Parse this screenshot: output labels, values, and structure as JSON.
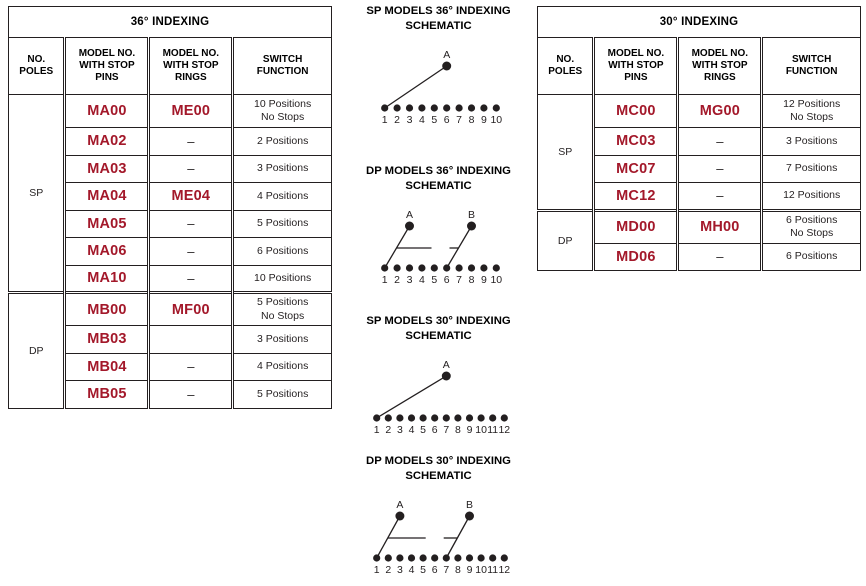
{
  "tables": [
    {
      "id": "indexing-36",
      "title": "36° INDEXING",
      "headers": {
        "poles": "NO.\nPOLES",
        "poles_l1": "NO.",
        "poles_l2": "POLES",
        "pins_l1": "MODEL NO.",
        "pins_l2": "WITH STOP",
        "pins_l3": "PINS",
        "rings_l1": "MODEL NO.",
        "rings_l2": "WITH STOP",
        "rings_l3": "RINGS",
        "func_l1": "SWITCH",
        "func_l2": "FUNCTION"
      },
      "groups": [
        {
          "poles": "SP",
          "rows": [
            {
              "pins": "MA00",
              "rings": "ME00",
              "function": "10 Positions\nNo Stops"
            },
            {
              "pins": "MA02",
              "rings": "–",
              "function": "2 Positions"
            },
            {
              "pins": "MA03",
              "rings": "–",
              "function": "3 Positions"
            },
            {
              "pins": "MA04",
              "rings": "ME04",
              "function": "4 Positions"
            },
            {
              "pins": "MA05",
              "rings": "–",
              "function": "5 Positions"
            },
            {
              "pins": "MA06",
              "rings": "–",
              "function": "6 Positions"
            },
            {
              "pins": "MA10",
              "rings": "–",
              "function": "10 Positions"
            }
          ]
        },
        {
          "poles": "DP",
          "rows": [
            {
              "pins": "MB00",
              "rings": "MF00",
              "function": "5 Positions\nNo Stops"
            },
            {
              "pins": "MB03",
              "rings": "",
              "function": "3 Positions"
            },
            {
              "pins": "MB04",
              "rings": "–",
              "function": "4 Positions"
            },
            {
              "pins": "MB05",
              "rings": "–",
              "function": "5 Positions"
            }
          ]
        }
      ]
    },
    {
      "id": "indexing-30",
      "title": "30° INDEXING",
      "headers": {
        "poles_l1": "NO.",
        "poles_l2": "POLES",
        "pins_l1": "MODEL NO.",
        "pins_l2": "WITH STOP",
        "pins_l3": "PINS",
        "rings_l1": "MODEL NO.",
        "rings_l2": "WITH STOP",
        "rings_l3": "RINGS",
        "func_l1": "SWITCH",
        "func_l2": "FUNCTION"
      },
      "groups": [
        {
          "poles": "SP",
          "rows": [
            {
              "pins": "MC00",
              "rings": "MG00",
              "function": "12 Positions\nNo Stops"
            },
            {
              "pins": "MC03",
              "rings": "–",
              "function": "3 Positions"
            },
            {
              "pins": "MC07",
              "rings": "–",
              "function": "7 Positions"
            },
            {
              "pins": "MC12",
              "rings": "–",
              "function": "12 Positions"
            }
          ]
        },
        {
          "poles": "DP",
          "rows": [
            {
              "pins": "MD00",
              "rings": "MH00",
              "function": "6 Positions\nNo Stops"
            },
            {
              "pins": "MD06",
              "rings": "–",
              "function": "6 Positions"
            }
          ]
        }
      ]
    }
  ],
  "schematics": [
    {
      "id": "sp-36",
      "title_l1": "SP MODELS 36° INDEXING",
      "title_l2": "SCHEMATIC",
      "type": "single-pole",
      "terminal_count": 10,
      "terminal_labels": [
        "1",
        "2",
        "3",
        "4",
        "5",
        "6",
        "7",
        "8",
        "9",
        "10"
      ],
      "poles": [
        {
          "label": "A",
          "pole_index": 6,
          "connects_to_terminal": 1
        }
      ]
    },
    {
      "id": "dp-36",
      "title_l1": "DP MODELS 36° INDEXING",
      "title_l2": "SCHEMATIC",
      "type": "double-pole",
      "terminal_count": 10,
      "terminal_labels": [
        "1",
        "2",
        "3",
        "4",
        "5",
        "6",
        "7",
        "8",
        "9",
        "10"
      ],
      "poles": [
        {
          "label": "A",
          "pole_index": 3,
          "connects_to_terminal": 1
        },
        {
          "label": "B",
          "pole_index": 8,
          "connects_to_terminal": 6
        }
      ]
    },
    {
      "id": "sp-30",
      "title_l1": "SP MODELS 30° INDEXING",
      "title_l2": "SCHEMATIC",
      "type": "single-pole",
      "terminal_count": 12,
      "terminal_labels": [
        "1",
        "2",
        "3",
        "4",
        "5",
        "6",
        "7",
        "8",
        "9",
        "10",
        "11",
        "12"
      ],
      "poles": [
        {
          "label": "A",
          "pole_index": 7,
          "connects_to_terminal": 1
        }
      ]
    },
    {
      "id": "dp-30",
      "title_l1": "DP MODELS 30° INDEXING",
      "title_l2": "SCHEMATIC",
      "type": "double-pole",
      "terminal_count": 12,
      "terminal_labels": [
        "1",
        "2",
        "3",
        "4",
        "5",
        "6",
        "7",
        "8",
        "9",
        "10",
        "11",
        "12"
      ],
      "poles": [
        {
          "label": "A",
          "pole_index": 3,
          "connects_to_terminal": 1
        },
        {
          "label": "B",
          "pole_index": 9,
          "connects_to_terminal": 7
        }
      ]
    }
  ],
  "colors": {
    "model_number": "#a3182a",
    "rule": "#231f20",
    "text": "#231f20",
    "background": "#ffffff"
  }
}
